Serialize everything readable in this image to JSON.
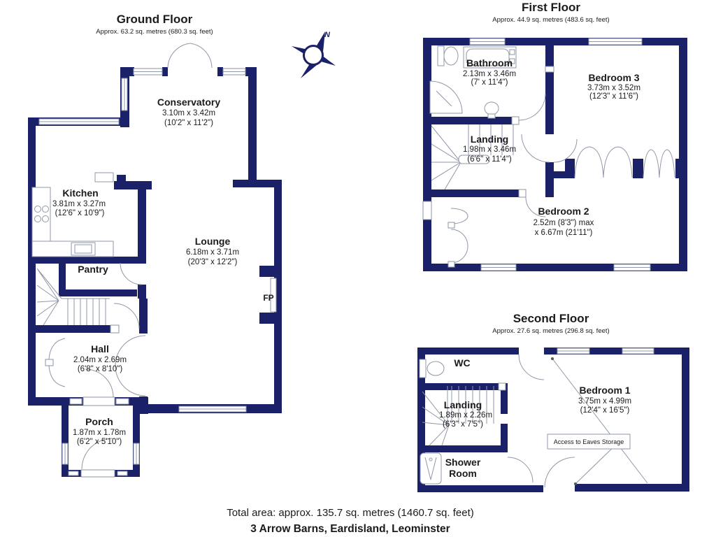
{
  "colors": {
    "wall": "#1b2168",
    "line": "#8f97a8",
    "text": "#1b1b1d"
  },
  "compass": {
    "north_label": "N"
  },
  "floors": {
    "ground": {
      "title": "Ground Floor",
      "subtitle": "Approx. 63.2 sq. metres (680.3 sq. feet)",
      "rooms": {
        "conservatory": {
          "name": "Conservatory",
          "metric": "3.10m x 3.42m",
          "imperial": "(10'2\" x 11'2\")"
        },
        "kitchen": {
          "name": "Kitchen",
          "metric": "3.81m x 3.27m",
          "imperial": "(12'6\" x 10'9\")"
        },
        "lounge": {
          "name": "Lounge",
          "metric": "6.18m x 3.71m",
          "imperial": "(20'3\" x 12'2\")"
        },
        "pantry": {
          "name": "Pantry"
        },
        "hall": {
          "name": "Hall",
          "metric": "2.04m x 2.69m",
          "imperial": "(6'8\" x 8'10\")"
        },
        "porch": {
          "name": "Porch",
          "metric": "1.87m x 1.78m",
          "imperial": "(6'2\" x 5'10\")"
        },
        "fireplace": {
          "name": "FP"
        }
      }
    },
    "first": {
      "title": "First Floor",
      "subtitle": "Approx. 44.9 sq. metres (483.6 sq. feet)",
      "rooms": {
        "bathroom": {
          "name": "Bathroom",
          "metric": "2.13m x 3.46m",
          "imperial": "(7' x 11'4\")"
        },
        "bedroom3": {
          "name": "Bedroom 3",
          "metric": "3.73m x 3.52m",
          "imperial": "(12'3\" x 11'6\")"
        },
        "landing": {
          "name": "Landing",
          "metric": "1.98m x 3.46m",
          "imperial": "(6'6\" x 11'4\")"
        },
        "bedroom2": {
          "name": "Bedroom 2",
          "metric": "2.52m (8'3\") max",
          "imperial": "x 6.67m (21'11\")"
        }
      }
    },
    "second": {
      "title": "Second Floor",
      "subtitle": "Approx. 27.6 sq. metres (296.8 sq. feet)",
      "rooms": {
        "wc": {
          "name": "WC"
        },
        "landing": {
          "name": "Landing",
          "metric": "1.89m x 2.26m",
          "imperial": "(6'3\" x 7'5\")"
        },
        "bedroom1": {
          "name": "Bedroom 1",
          "metric": "3.75m x 4.99m",
          "imperial": "(12'4\" x 16'5\")"
        },
        "shower_room": {
          "name_line1": "Shower",
          "name_line2": "Room"
        },
        "eaves": {
          "label": "Access to Eaves Storage"
        }
      }
    }
  },
  "footer": {
    "total_area": "Total area: approx. 135.7 sq. metres (1460.7 sq. feet)",
    "address": "3 Arrow Barns, Eardisland, Leominster"
  }
}
